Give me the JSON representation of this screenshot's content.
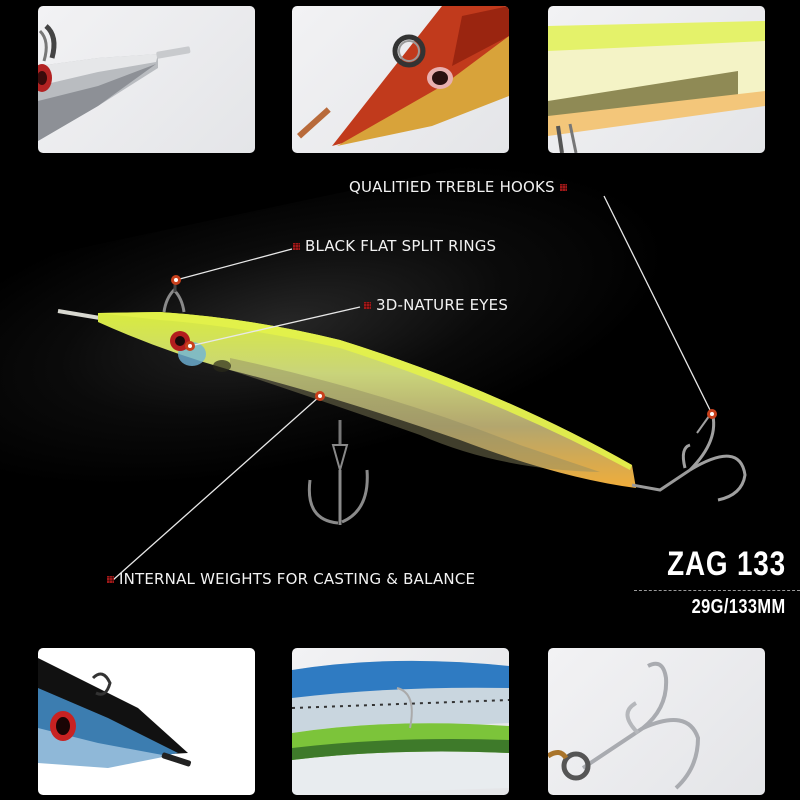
{
  "product": {
    "model_name": "ZAG 133",
    "spec": "29G/133MM"
  },
  "callouts": [
    {
      "id": "hooks",
      "text": "QUALITIED TREBLE HOOKS"
    },
    {
      "id": "rings",
      "text": "BLACK FLAT SPLIT RINGS"
    },
    {
      "id": "eyes",
      "text": "3D-NATURE EYES"
    },
    {
      "id": "weights",
      "text": "INTERNAL WEIGHTS FOR CASTING & BALANCE"
    }
  ],
  "detail_tiles": {
    "top": [
      "silver-lure-nose-closeup",
      "red-gold-lure-head-closeup",
      "chartreuse-lure-belly-closeup"
    ],
    "bottom": [
      "blue-lure-head-closeup",
      "blue-and-green-lure-sides",
      "silver-treble-hook-closeup"
    ]
  },
  "colors": {
    "background": "#000000",
    "callout_marker": "#a01818",
    "dot": "#c8401c",
    "lure_body": "#d6e84a",
    "lure_belly": "#f0b23c"
  }
}
